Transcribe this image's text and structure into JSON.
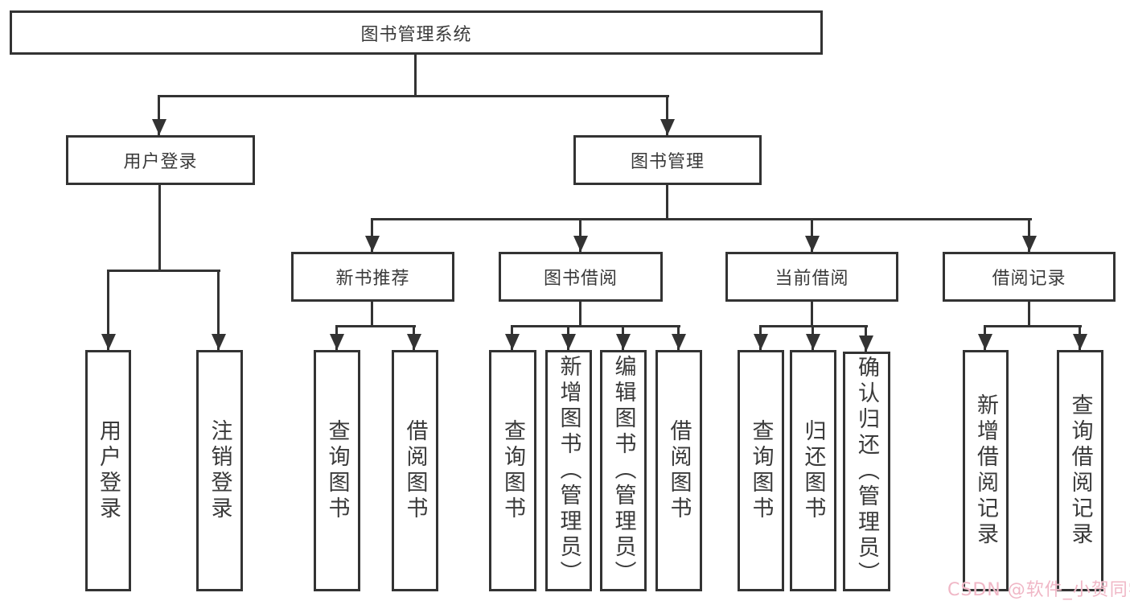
{
  "diagram": {
    "title": "图书管理系统",
    "colors": {
      "background": "#ffffff",
      "line": "#333333",
      "box_border": "#333333",
      "box_fill": "#ffffff",
      "text": "#3a3a3a",
      "watermark": "#f0b7c6"
    },
    "tree": {
      "label": "图书管理系统",
      "children": [
        {
          "label": "用户登录",
          "children": [
            {
              "label": "用户登录"
            },
            {
              "label": "注销登录"
            }
          ]
        },
        {
          "label": "图书管理",
          "children": [
            {
              "label": "新书推荐",
              "children": [
                {
                  "label": "查询图书"
                },
                {
                  "label": "借阅图书"
                }
              ]
            },
            {
              "label": "图书借阅",
              "children": [
                {
                  "label": "查询图书"
                },
                {
                  "label": "新增图书（管理员）"
                },
                {
                  "label": "编辑图书（管理员）"
                },
                {
                  "label": "借阅图书"
                }
              ]
            },
            {
              "label": "当前借阅",
              "children": [
                {
                  "label": "查询图书"
                },
                {
                  "label": "归还图书"
                },
                {
                  "label": "确认归还（管理员）"
                }
              ]
            },
            {
              "label": "借阅记录",
              "children": [
                {
                  "label": "新增借阅记录"
                },
                {
                  "label": "查询借阅记录"
                }
              ]
            }
          ]
        }
      ]
    },
    "watermark": "CSDN @软件_小贺同学"
  }
}
